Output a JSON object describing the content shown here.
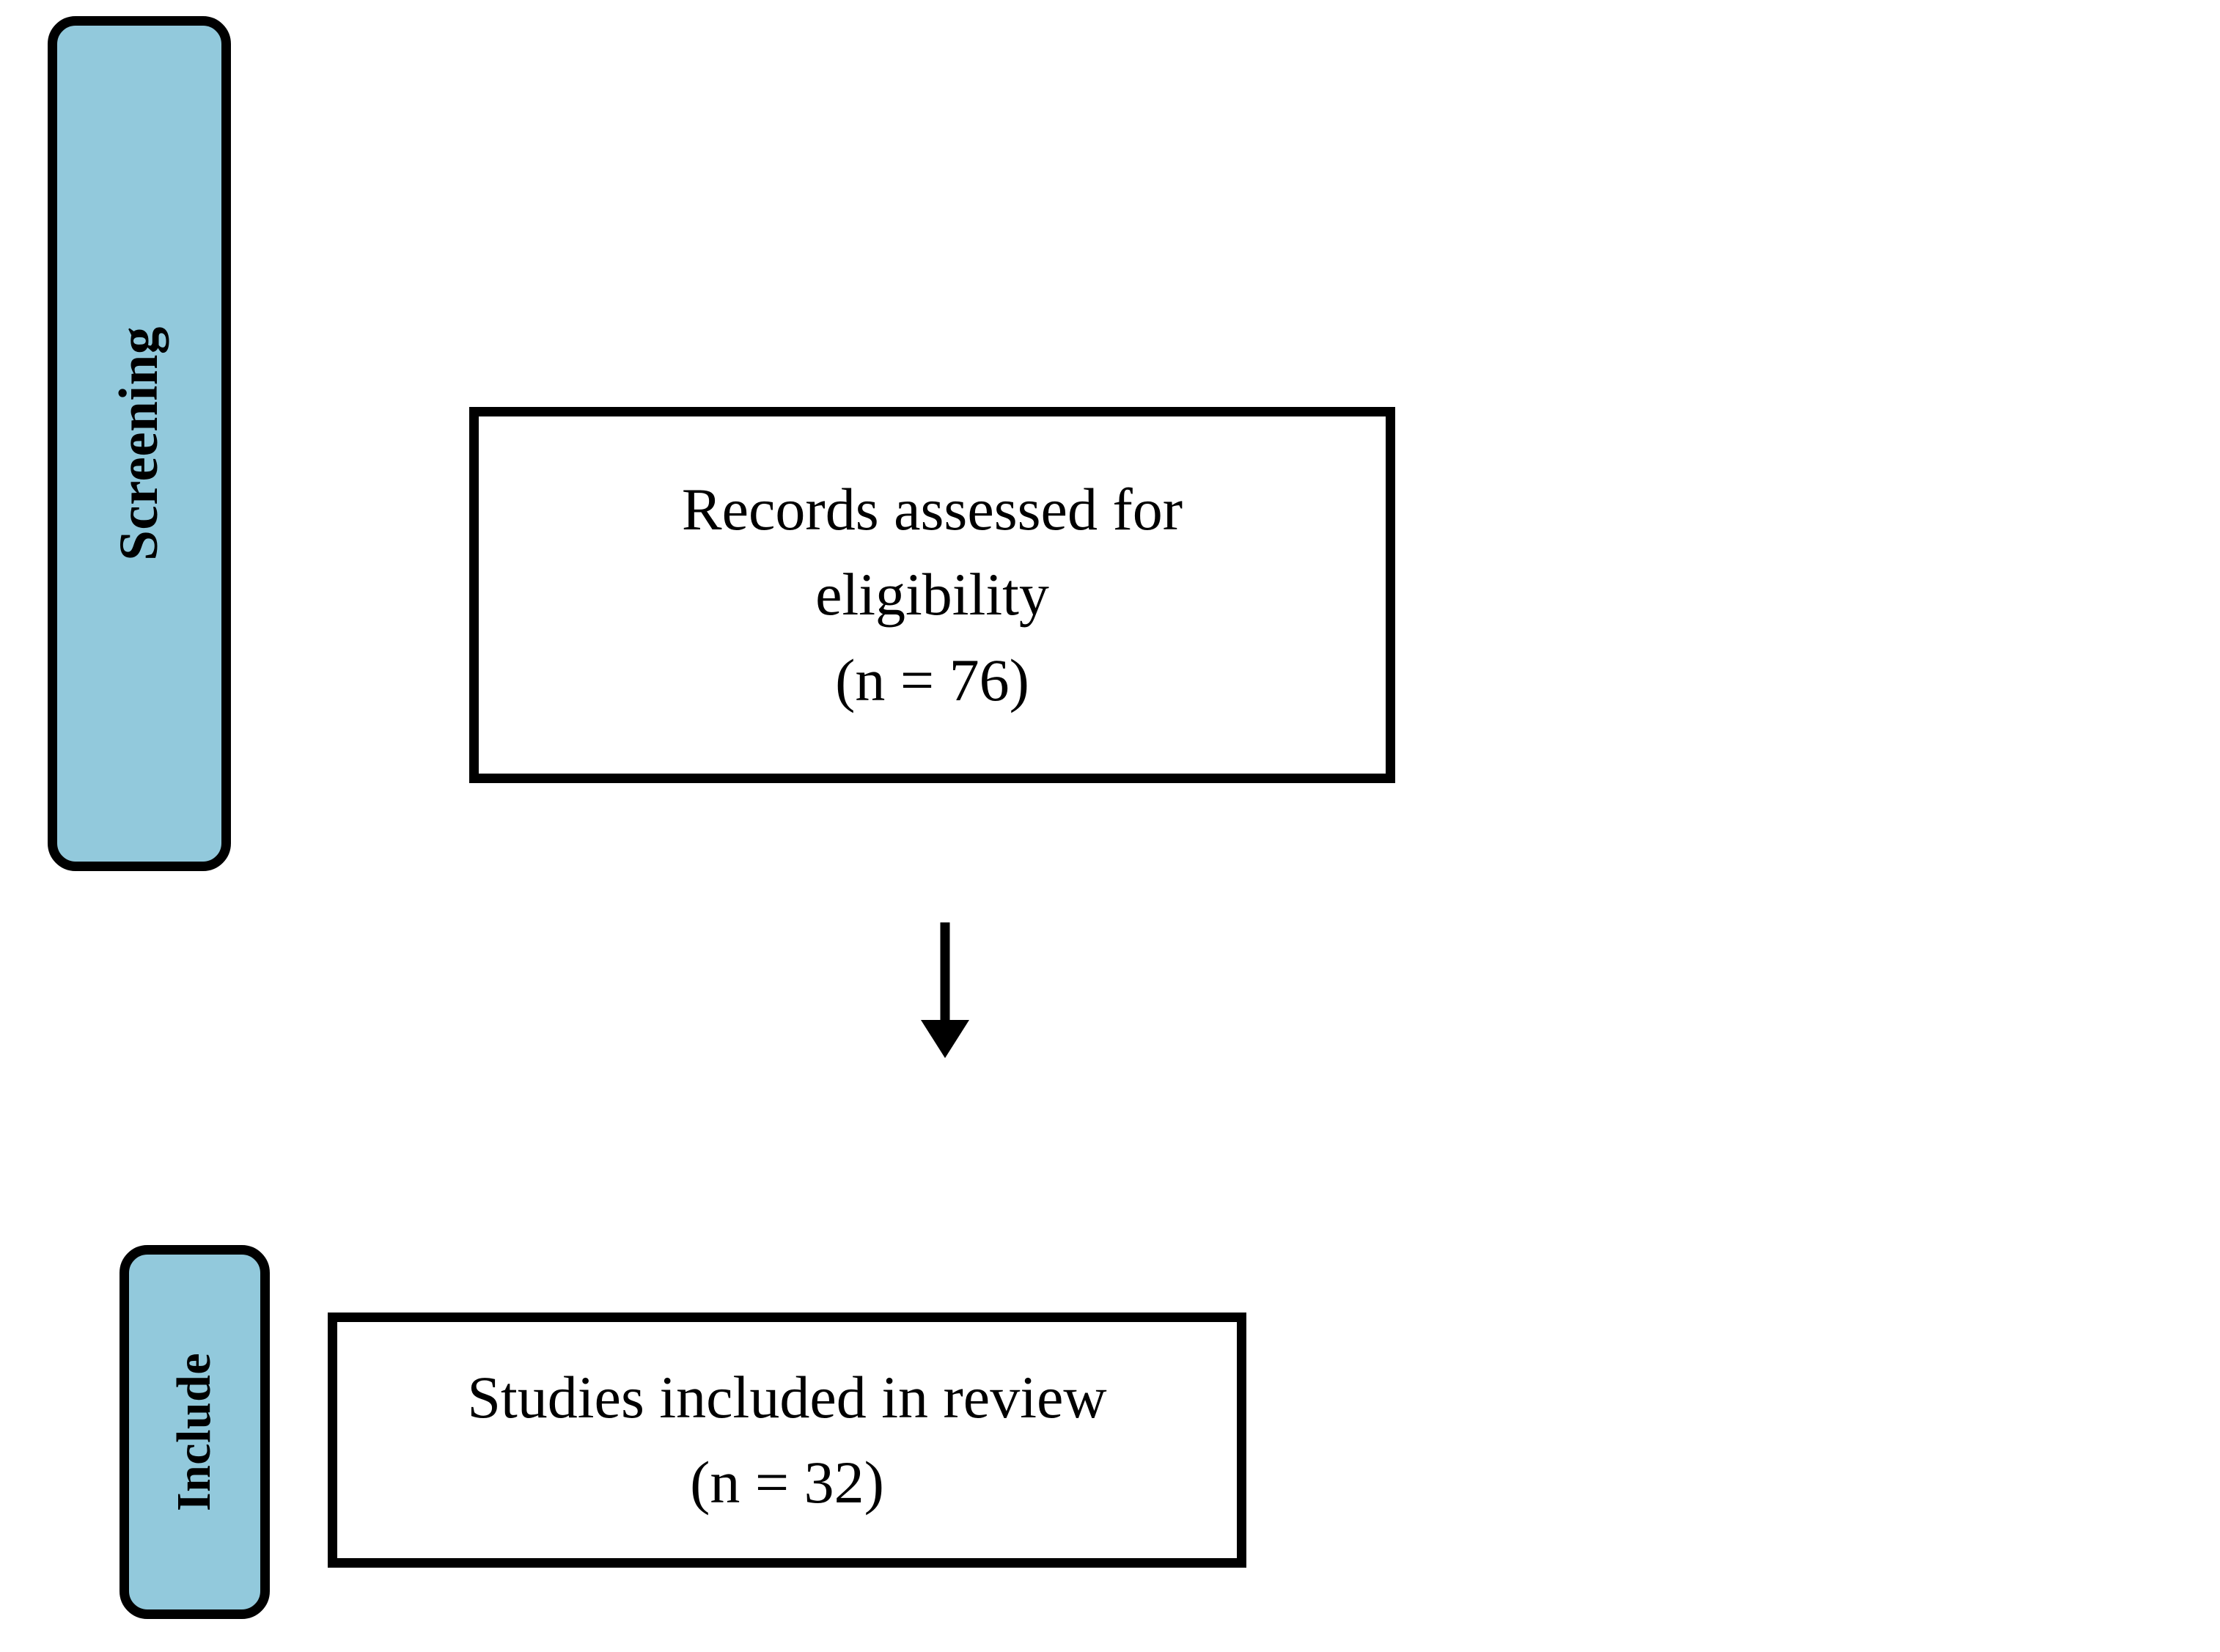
{
  "diagram": {
    "type": "prisma-flow-diagram",
    "background_color": "#ffffff",
    "accent_color": "#92c9dc",
    "outline_color": "#000000"
  },
  "stages": [
    {
      "id": "screening",
      "label": "Screening",
      "orientation": "vertical-rotated"
    },
    {
      "id": "include",
      "label": "Include",
      "orientation": "vertical-rotated"
    }
  ],
  "boxes": [
    {
      "id": "eligibility",
      "stage": "screening",
      "lines": [
        "Records assessed for",
        "eligibility",
        "(n = 76)"
      ],
      "count_label": "(n = 76)",
      "count": 76
    },
    {
      "id": "included",
      "stage": "include",
      "lines": [
        "Studies included in review",
        "(n = 32)"
      ],
      "count_label": "(n = 32)",
      "count": 32
    }
  ],
  "connectors": [
    {
      "id": "eligibility-to-included",
      "from": "eligibility",
      "to": "included",
      "direction": "down",
      "style": "solid-line-filled-arrowhead"
    }
  ]
}
